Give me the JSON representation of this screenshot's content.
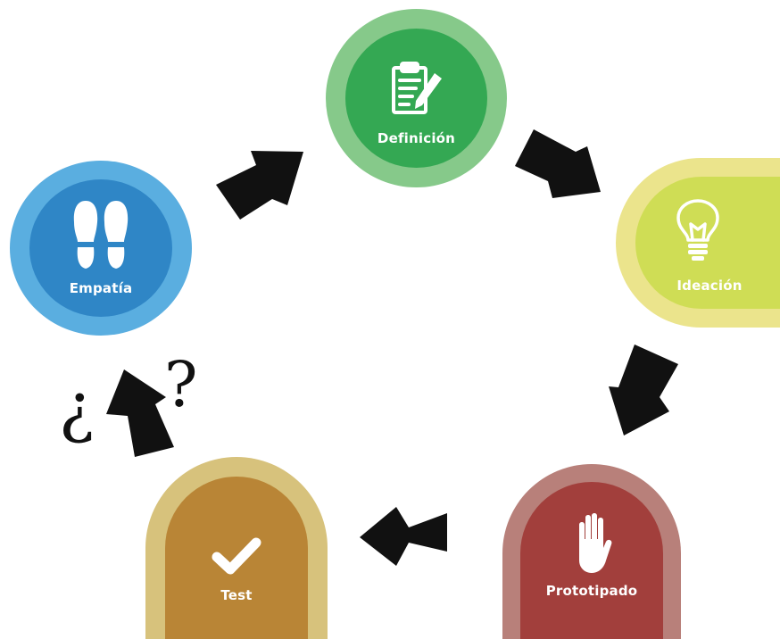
{
  "diagram": {
    "stages": [
      {
        "id": "empatia",
        "label": "Empatía",
        "icon": "footprints-icon",
        "outer": "#5aaee0",
        "inner": "#2f86c6"
      },
      {
        "id": "definicion",
        "label": "Definición",
        "icon": "clipboard-pencil-icon",
        "outer": "#86c98a",
        "inner": "#34a853"
      },
      {
        "id": "ideacion",
        "label": "Ideación",
        "icon": "lightbulb-icon",
        "outer": "#ebe48c",
        "inner": "#cfdd55"
      },
      {
        "id": "prototipado",
        "label": "Prototipado",
        "icon": "hand-icon",
        "outer": "#b8807a",
        "inner": "#a23f3c"
      },
      {
        "id": "test",
        "label": "Test",
        "icon": "checkmark-icon",
        "outer": "#d7c27c",
        "inner": "#b98536"
      }
    ],
    "arrow_color": "#111111",
    "annotations": {
      "open_question": "¿",
      "close_question": "?"
    }
  }
}
